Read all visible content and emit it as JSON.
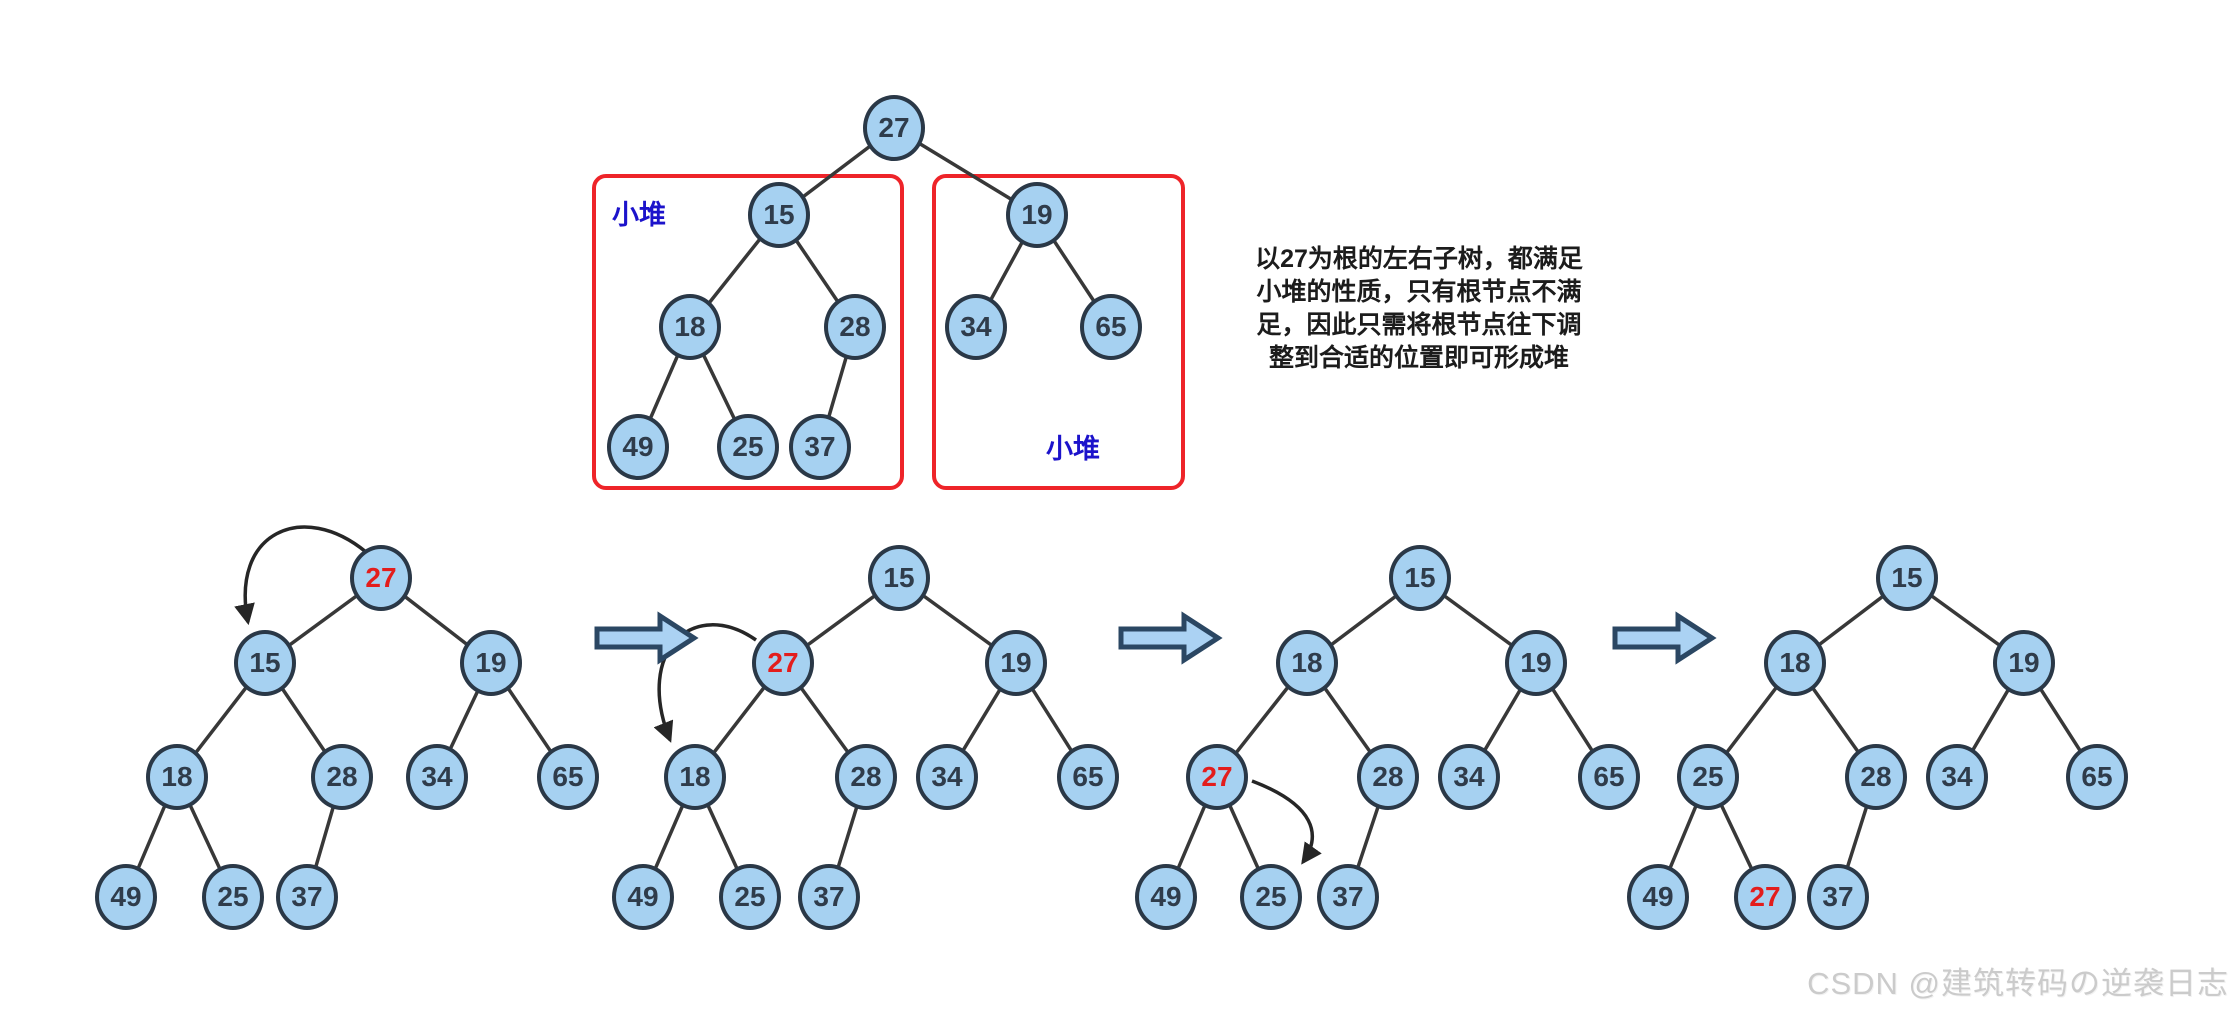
{
  "diagram": {
    "description_labels": {
      "heap_box_left_label": "小堆",
      "heap_box_right_label": "小堆"
    },
    "explanation": {
      "lines": [
        "以27为根的左右子树，都满足",
        "小堆的性质，只有根节点不满",
        "足，因此只需将根节点往下调",
        "整到合适的位置即可形成堆"
      ]
    },
    "top_tree": {
      "nodes": [
        {
          "v": "27",
          "red": false
        },
        {
          "v": "15",
          "red": false
        },
        {
          "v": "19",
          "red": false
        },
        {
          "v": "18",
          "red": false
        },
        {
          "v": "28",
          "red": false
        },
        {
          "v": "34",
          "red": false
        },
        {
          "v": "65",
          "red": false
        },
        {
          "v": "49",
          "red": false
        },
        {
          "v": "25",
          "red": false
        },
        {
          "v": "37",
          "red": false
        }
      ]
    },
    "steps": [
      {
        "nodes": [
          {
            "v": "27",
            "red": true
          },
          {
            "v": "15",
            "red": false
          },
          {
            "v": "19",
            "red": false
          },
          {
            "v": "18",
            "red": false
          },
          {
            "v": "28",
            "red": false
          },
          {
            "v": "34",
            "red": false
          },
          {
            "v": "65",
            "red": false
          },
          {
            "v": "49",
            "red": false
          },
          {
            "v": "25",
            "red": false
          },
          {
            "v": "37",
            "red": false
          }
        ]
      },
      {
        "nodes": [
          {
            "v": "15",
            "red": false
          },
          {
            "v": "27",
            "red": true
          },
          {
            "v": "19",
            "red": false
          },
          {
            "v": "18",
            "red": false
          },
          {
            "v": "28",
            "red": false
          },
          {
            "v": "34",
            "red": false
          },
          {
            "v": "65",
            "red": false
          },
          {
            "v": "49",
            "red": false
          },
          {
            "v": "25",
            "red": false
          },
          {
            "v": "37",
            "red": false
          }
        ]
      },
      {
        "nodes": [
          {
            "v": "15",
            "red": false
          },
          {
            "v": "18",
            "red": false
          },
          {
            "v": "19",
            "red": false
          },
          {
            "v": "27",
            "red": true
          },
          {
            "v": "28",
            "red": false
          },
          {
            "v": "34",
            "red": false
          },
          {
            "v": "65",
            "red": false
          },
          {
            "v": "49",
            "red": false
          },
          {
            "v": "25",
            "red": false
          },
          {
            "v": "37",
            "red": false
          }
        ]
      },
      {
        "nodes": [
          {
            "v": "15",
            "red": false
          },
          {
            "v": "18",
            "red": false
          },
          {
            "v": "19",
            "red": false
          },
          {
            "v": "25",
            "red": false
          },
          {
            "v": "28",
            "red": false
          },
          {
            "v": "34",
            "red": false
          },
          {
            "v": "65",
            "red": false
          },
          {
            "v": "49",
            "red": false
          },
          {
            "v": "27",
            "red": true
          },
          {
            "v": "37",
            "red": false
          }
        ]
      }
    ],
    "watermark": "CSDN @建筑转码の逆袭日志",
    "colors": {
      "node_fill": "#a6d1f1",
      "node_border": "#2a3847",
      "node_text": "#2f3c4b",
      "highlight_red": "#e31d1c",
      "box_red": "#ee2429",
      "label_blue": "#1c13cb",
      "arrow_blue_fill": "#abd2f3",
      "arrow_blue_stroke": "#2b4763",
      "edge_dark": "#383838",
      "watermark_gray": "#cbcbcb"
    }
  }
}
